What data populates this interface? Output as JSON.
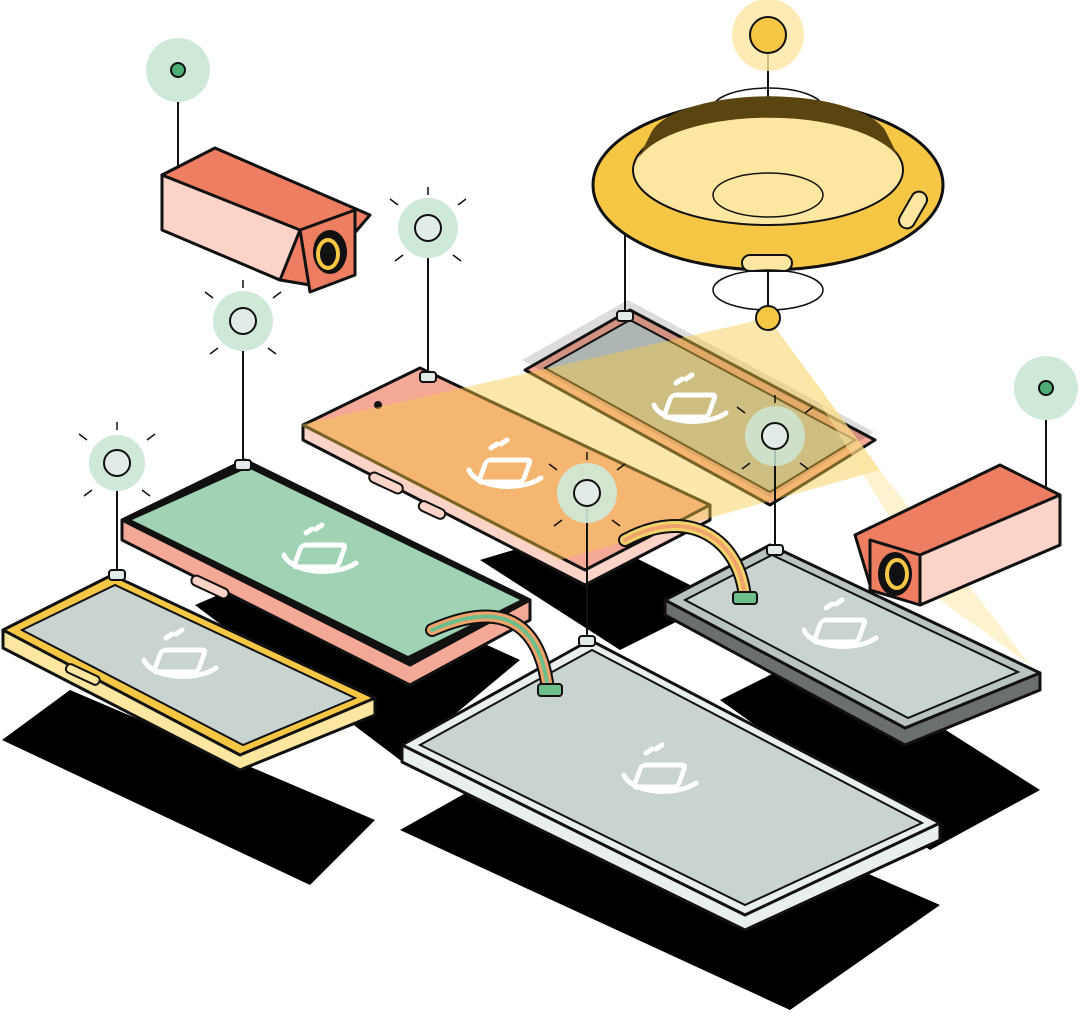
{
  "colors": {
    "background": "#ffffff",
    "outline": "#111111",
    "shadow": "#000000",
    "yellow": "#f6c744",
    "yellow_light": "#fde6a0",
    "pink": "#f4a896",
    "pink_light": "#fbd3c7",
    "coral": "#ee7e62",
    "green": "#9fd3b4",
    "green_glow": "#cfe9d9",
    "green_dot": "#4cae73",
    "screen_gray": "#c9d3cf",
    "screen_gray_light": "#e3ebe7",
    "tablet_body": "#e9f0ec",
    "cable_orange": "#f0a36a",
    "cable_green": "#6cbf8a",
    "cable_yellow": "#f2d36b"
  },
  "icons": {
    "device_logo": "robot-icon",
    "sensor": "sensor-node-icon",
    "camera": "security-camera-icon",
    "ring": "smart-ring-icon",
    "cable": "ribbon-cable-icon"
  },
  "devices": [
    "yellow-phone",
    "green-phone",
    "pink-phone",
    "dark-phone",
    "gray-phone",
    "tablet"
  ]
}
